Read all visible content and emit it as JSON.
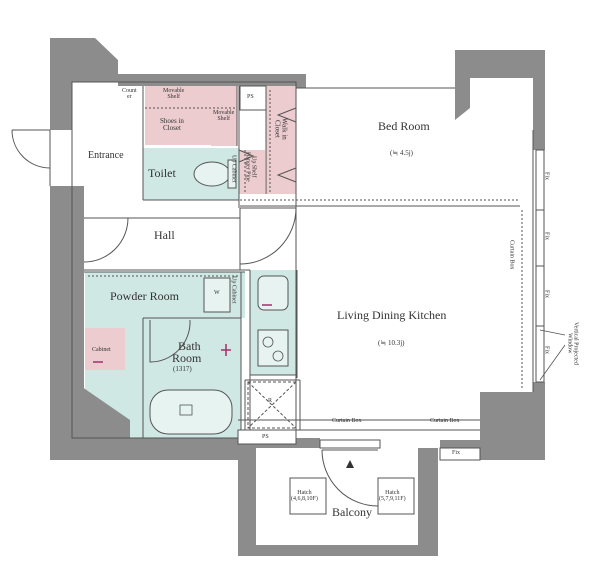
{
  "rooms": {
    "bedroom": "Bed Room",
    "bedroom_area": "(≒ 4.5j)",
    "ldk": "Living Dining Kitchen",
    "ldk_area": "(≒ 10.3j)",
    "entrance": "Entrance",
    "hall": "Hall",
    "toilet": "Toilet",
    "powder_room": "Powder Room",
    "bath_room_line1": "Bath",
    "bath_room_line2": "Room",
    "bath_room_size": "(1317)",
    "balcony": "Balcony"
  },
  "fixtures": {
    "count": "Count\ner",
    "movable_shelf_1": "Movable\nShelf",
    "movable_shelf_2": "Movable\nShelf",
    "shoes_in_closet": "Shoes in\nCloset",
    "ps_top": "PS",
    "ps_bottom": "PS",
    "walk_in_closet": "Walk in\nCloset",
    "up_shelf_hanger_pipe": "Up Shelf\nHanger Pipe",
    "up_cabinet_toilet": "Up Cabinet",
    "up_cabinet_powder": "Up Cabinet",
    "washer": "W",
    "cabinet": "Cabinet",
    "refrigerator": "R",
    "curtain_box_right": "Curtain Box",
    "curtain_box_bottom_1": "Curtain Box",
    "curtain_box_bottom_2": "Curtain Box",
    "fix_1": "Fix",
    "fix_2": "Fix",
    "fix_3": "Fix",
    "fix_4": "Fix",
    "fix_bottom": "Fix",
    "vertical_window": "Vertical Projected\nWindow",
    "hatch_left": "Hatch\n(4,6,8,10F)",
    "hatch_right": "Hatch\n(5,7,9,11F)"
  },
  "colors": {
    "wall": "#8c8c8c",
    "wet_area": "#cfe8e4",
    "closet": "#eccccf",
    "line": "#555555",
    "accent": "#a0306a"
  }
}
